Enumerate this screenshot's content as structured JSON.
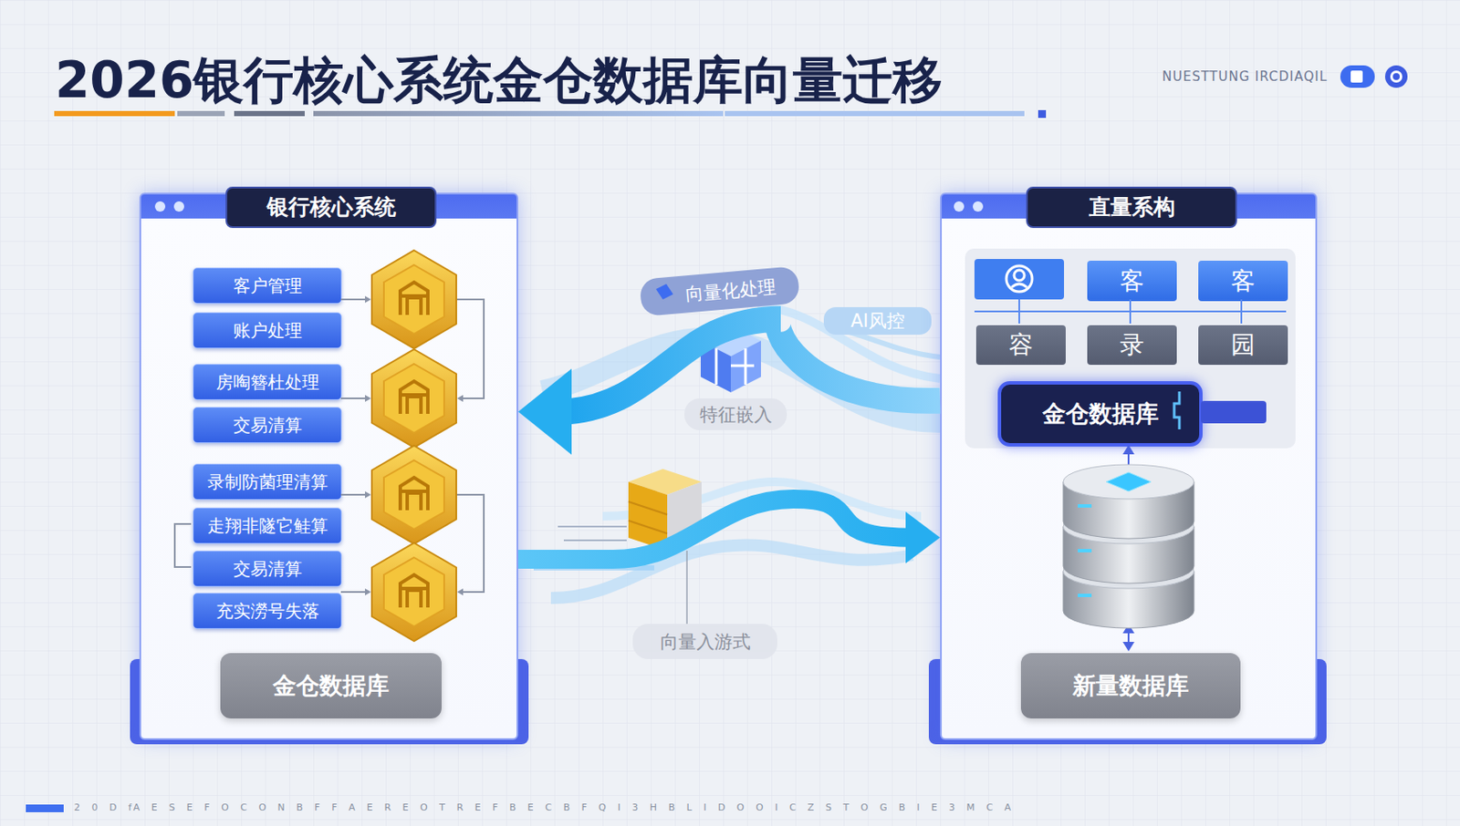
{
  "diagram": {
    "title": "2026银行核心系统金仓数据库向量迁移",
    "nodes": [
      {
        "text": [
          "银行核心系统"
        ]
      },
      {
        "text": [
          "客户管理"
        ],
        "in": 0
      },
      {
        "text": [
          "账户处理"
        ],
        "in": 0
      },
      {
        "text": [
          "房啕簪杜处理"
        ],
        "in": 0
      },
      {
        "text": [
          "交易清算"
        ],
        "in": 0
      },
      {
        "text": [
          "录制防菌理清算"
        ],
        "in": 0
      },
      {
        "text": [
          "走翔非隧它鲑算"
        ],
        "in": 0
      },
      {
        "text": [
          "交易清算"
        ],
        "in": 0
      },
      {
        "text": [
          "充实澇号失落"
        ],
        "in": 0
      },
      {
        "text": [
          "金仓数据库"
        ],
        "in": 0
      },
      {
        "text": [
          "向量化处理"
        ]
      },
      {
        "text": [
          "AI风控"
        ]
      },
      {
        "text": [
          "特征嵌入"
        ]
      },
      {
        "text": [
          "向量入游式"
        ]
      },
      {
        "text": [
          "直量系构"
        ]
      },
      {
        "text": [
          "客"
        ],
        "in": 14
      },
      {
        "text": [
          "客"
        ],
        "in": 14
      },
      {
        "text": [
          "容"
        ],
        "in": 14
      },
      {
        "text": [
          "录"
        ],
        "in": 14
      },
      {
        "text": [
          "园"
        ],
        "in": 14
      },
      {
        "text": [
          "金仓数据库"
        ],
        "in": 14
      },
      {
        "text": [
          "新量数据库"
        ],
        "in": 14
      }
    ],
    "edges": [
      {
        "from": 14,
        "to": 0,
        "arrow": "to"
      },
      {
        "from": 0,
        "to": 14,
        "arrow": "to"
      }
    ],
    "labels": [
      "NUESTTUNG IRCDIAQIL",
      "2 0 D fA E S E F O C O N B F F A E R E O T R E F B E C B F Q I 3 H B L I D O O I C Z S T O G B I E 3 M C A"
    ]
  }
}
